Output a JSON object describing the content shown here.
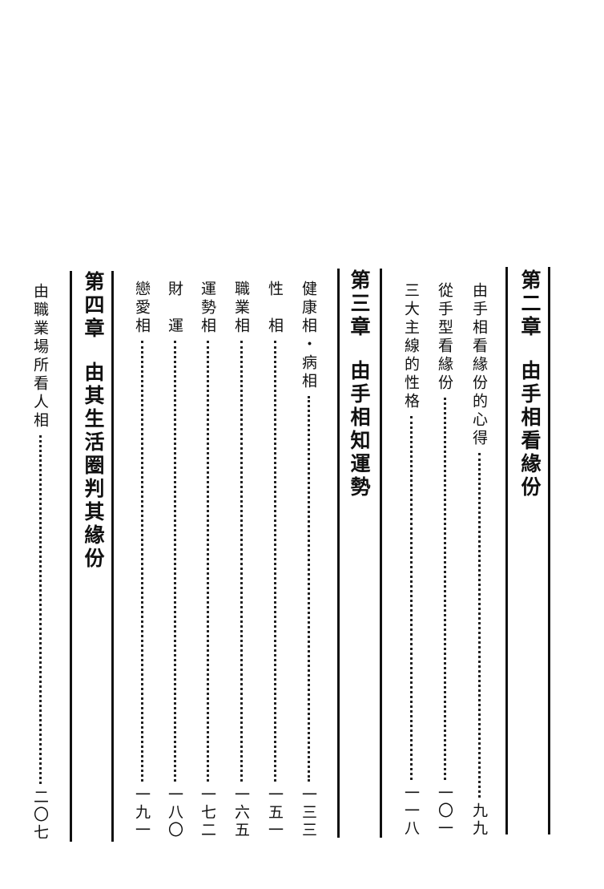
{
  "chapters": [
    {
      "number": "第二章",
      "title": "由手相看緣份",
      "entries": [
        {
          "title": "由手相看緣份的心得",
          "page": "九九"
        },
        {
          "title": "從手型看緣份",
          "page": "一〇一"
        },
        {
          "title": "三大主線的性格",
          "page": "一一八"
        }
      ]
    },
    {
      "number": "第三章",
      "title": "由手相知運勢",
      "entries": [
        {
          "title": "健康相・病相",
          "page": "一三三"
        },
        {
          "title": "性　相",
          "page": "一五一"
        },
        {
          "title": "職業相",
          "page": "一六五"
        },
        {
          "title": "運勢相",
          "page": "一七二"
        },
        {
          "title": "財　運",
          "page": "一八〇"
        },
        {
          "title": "戀愛相",
          "page": "一九一"
        }
      ]
    },
    {
      "number": "第四章",
      "title": "由其生活圈判其緣份",
      "entries": [
        {
          "title": "由職業場所看人相",
          "page": "二〇七"
        }
      ]
    }
  ]
}
